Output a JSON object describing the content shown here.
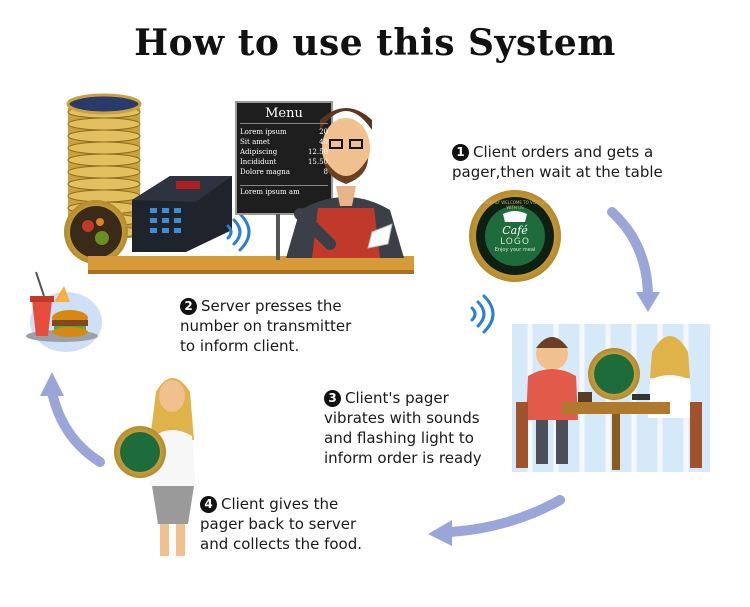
{
  "title": "How to use this System",
  "menu_board": {
    "heading": "Menu",
    "items": [
      {
        "name": "Lorem ipsum",
        "price": "20"
      },
      {
        "name": "Sit amet",
        "price": "40"
      },
      {
        "name": "Adipiscing",
        "price": "12.50"
      },
      {
        "name": "Incididunt",
        "price": "15.50"
      },
      {
        "name": "Dolore magna",
        "price": "8"
      }
    ],
    "footer": "Lorem ipsum am"
  },
  "pager": {
    "brand": "Café",
    "logo": "LOGO",
    "ring_text": "WARMLY WELCOME TO VISIT US WITH US",
    "tagline": "Enjoy your meal"
  },
  "steps": [
    {
      "number": "1",
      "lines": [
        "Client orders and gets a",
        "pager,then  wait at the table"
      ]
    },
    {
      "number": "2",
      "lines": [
        "Server presses the",
        "number on transmitter",
        "to inform client."
      ]
    },
    {
      "number": "3",
      "lines": [
        "Client's pager",
        "vibrates with sounds",
        "and flashing light to",
        "inform order is ready"
      ]
    },
    {
      "number": "4",
      "lines": [
        "Client gives the",
        "pager back to server",
        "and collects the food."
      ]
    }
  ],
  "colors": {
    "arrow": "#9aa6d8",
    "counter": "#d79a38",
    "pager_gold": "#d9b24a",
    "pager_green": "#1e6b3b",
    "signal": "#2a7fd4"
  },
  "icons": [
    "signal-waves-icon",
    "fast-food-icon",
    "stacked-pagers-icon",
    "transmitter-icon"
  ]
}
